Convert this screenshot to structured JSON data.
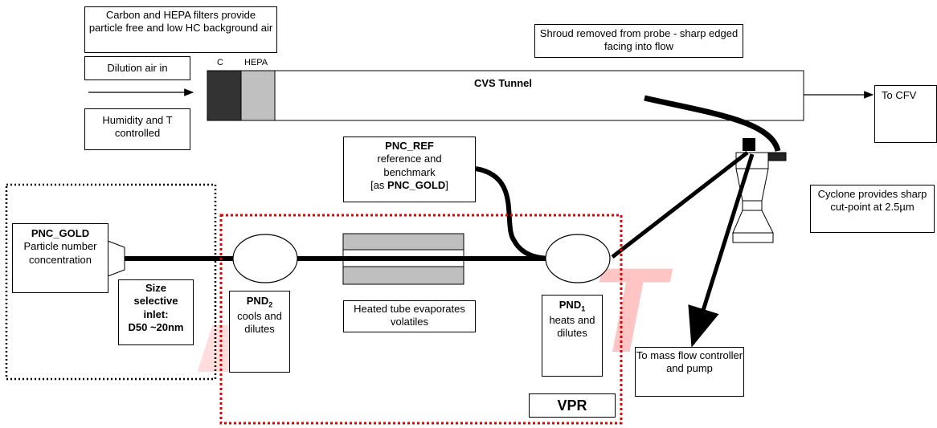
{
  "filters_note": "Carbon and HEPA filters provide particle free and low HC background air",
  "dilution_air_label": "Dilution air in",
  "humidity_label": "Humidity and T controlled",
  "filter_c_label": "C",
  "filter_hepa_label": "HEPA",
  "tunnel_label": "CVS Tunnel",
  "to_cfv_label": "To CFV",
  "shroud_note": "Shroud removed from probe - sharp edged facing into flow",
  "pnc_ref": {
    "title": "PNC_REF",
    "line1": "reference and",
    "line2": "benchmark",
    "line3_prefix": "[as ",
    "line3_bold": "PNC_GOLD",
    "line3_suffix": "]"
  },
  "pnc_gold": {
    "title": "PNC_GOLD",
    "desc": "Particle number concentration"
  },
  "size_inlet": {
    "line1": "Size",
    "line2": "selective",
    "line3": "inlet:",
    "line4": "D50 ~20nm"
  },
  "pnd2": {
    "title": "PND",
    "sub": "2",
    "desc": "cools and dilutes"
  },
  "pnd1": {
    "title": "PND",
    "sub": "1",
    "desc": "heats and dilutes"
  },
  "heated_tube_label": "Heated tube evaporates volatiles",
  "cyclone_note": "Cyclone provides sharp cut-point at 2.5µm",
  "mass_flow_label": "To mass flow controller and pump",
  "vpr_label": "VPR",
  "watermark_text": "T",
  "colors": {
    "vpr_border": "#e00000",
    "filter_c": "#333333",
    "filter_hepa": "#c0c0c0",
    "watermark": "#ff6666"
  }
}
